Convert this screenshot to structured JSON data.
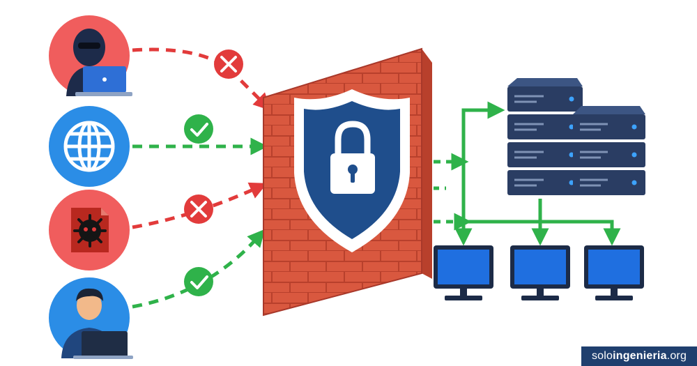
{
  "watermark": {
    "prefix": "solo",
    "main": "ingenieria",
    "suffix": ".org"
  },
  "sources": [
    {
      "icon": "hacker-icon",
      "status": "blocked"
    },
    {
      "icon": "globe-icon",
      "status": "allowed"
    },
    {
      "icon": "malware-icon",
      "status": "blocked"
    },
    {
      "icon": "user-icon",
      "status": "allowed"
    }
  ],
  "targets": {
    "servers": [
      "server-stack-tall",
      "server-stack-short"
    ],
    "computers": [
      "computer-monitor",
      "computer-monitor",
      "computer-monitor"
    ]
  },
  "colors": {
    "blocked": "#e23b3b",
    "allowed": "#2fb24a",
    "brick": "#d9583f",
    "shield": "#1f4e8c",
    "server": "#2a3d63",
    "monitor": "#1f6fe0"
  }
}
